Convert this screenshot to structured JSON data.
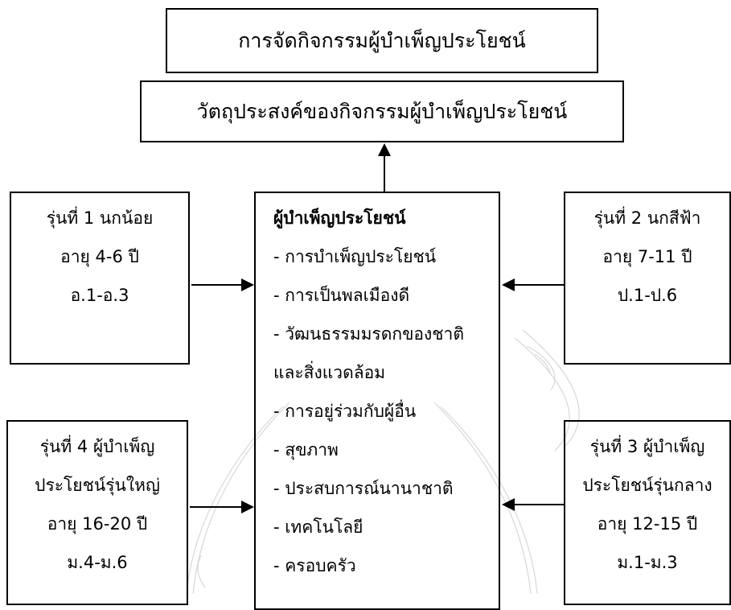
{
  "diagram": {
    "top_box": "การจัดกิจกรรมผู้บำเพ็ญประโยชน์",
    "objective_box": "วัตถุประสงค์ของกิจกรรมผู้บำเพ็ญประโยชน์",
    "center": {
      "heading": "ผู้บำเพ็ญประโยชน์",
      "items": [
        "- การบำเพ็ญประโยชน์",
        "- การเป็นพลเมืองดี",
        "- วัฒนธรรมมรดกของชาติ",
        "และสิ่งแวดล้อม",
        "- การอยู่ร่วมกับผู้อื่น",
        "- สุขภาพ",
        "- ประสบการณ์นานาชาติ",
        "- เทคโนโลยี",
        "- ครอบครัว"
      ]
    },
    "gen1": {
      "lines": [
        "รุ่นที่ 1 นกน้อย",
        "อายุ 4-6 ปี",
        "อ.1-อ.3"
      ]
    },
    "gen2": {
      "lines": [
        "รุ่นที่ 2 นกสีฟ้า",
        "อายุ 7-11 ปี",
        "ป.1-ป.6"
      ]
    },
    "gen3": {
      "lines": [
        "รุ่นที่ 3 ผู้บำเพ็ญ",
        "ประโยชน์รุ่นกลาง",
        "อายุ 12-15 ปี",
        "ม.1-ม.3"
      ]
    },
    "gen4": {
      "lines": [
        "รุ่นที่ 4 ผู้บำเพ็ญ",
        "ประโยชน์รุ่นใหญ่",
        "อายุ 16-20 ปี",
        "ม.4-ม.6"
      ]
    }
  }
}
